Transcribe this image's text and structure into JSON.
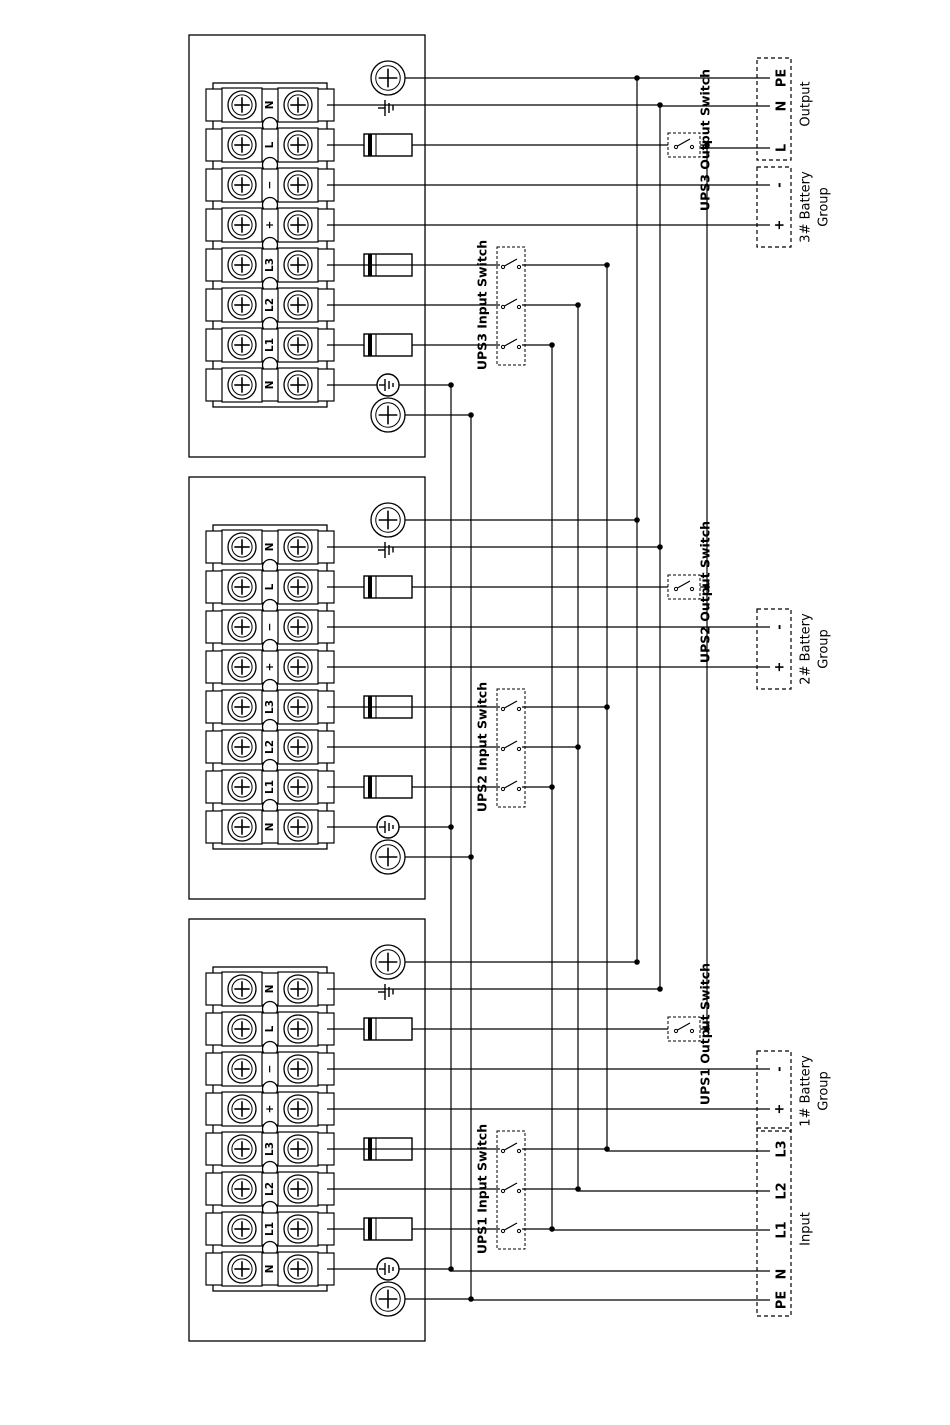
{
  "terminal_labels": [
    "N",
    "L",
    "−",
    "+",
    "L3",
    "L2",
    "L1",
    "N"
  ],
  "ups": [
    {
      "id": "ups3",
      "input_switch": "UPS3 Input Switch",
      "output_switch": "UPS3 Output Switch",
      "battery": {
        "pos": "+",
        "neg": "-",
        "name": "3# Battery",
        "group": "Group"
      }
    },
    {
      "id": "ups2",
      "input_switch": "UPS2 Input Switch",
      "output_switch": "UPS2 Output Switch",
      "battery": {
        "pos": "+",
        "neg": "-",
        "name": "2# Battery",
        "group": "Group"
      }
    },
    {
      "id": "ups1",
      "input_switch": "UPS1 Input Switch",
      "output_switch": "UPS1 Output Switch",
      "battery": {
        "pos": "+",
        "neg": "-",
        "name": "1# Battery",
        "group": "Group"
      }
    }
  ],
  "output_block": {
    "pe": "PE",
    "n": "N",
    "l": "L",
    "title": "Output"
  },
  "input_block": {
    "pe": "PE",
    "n": "N",
    "l1": "L1",
    "l2": "L2",
    "l3": "L3",
    "title": "Input"
  }
}
